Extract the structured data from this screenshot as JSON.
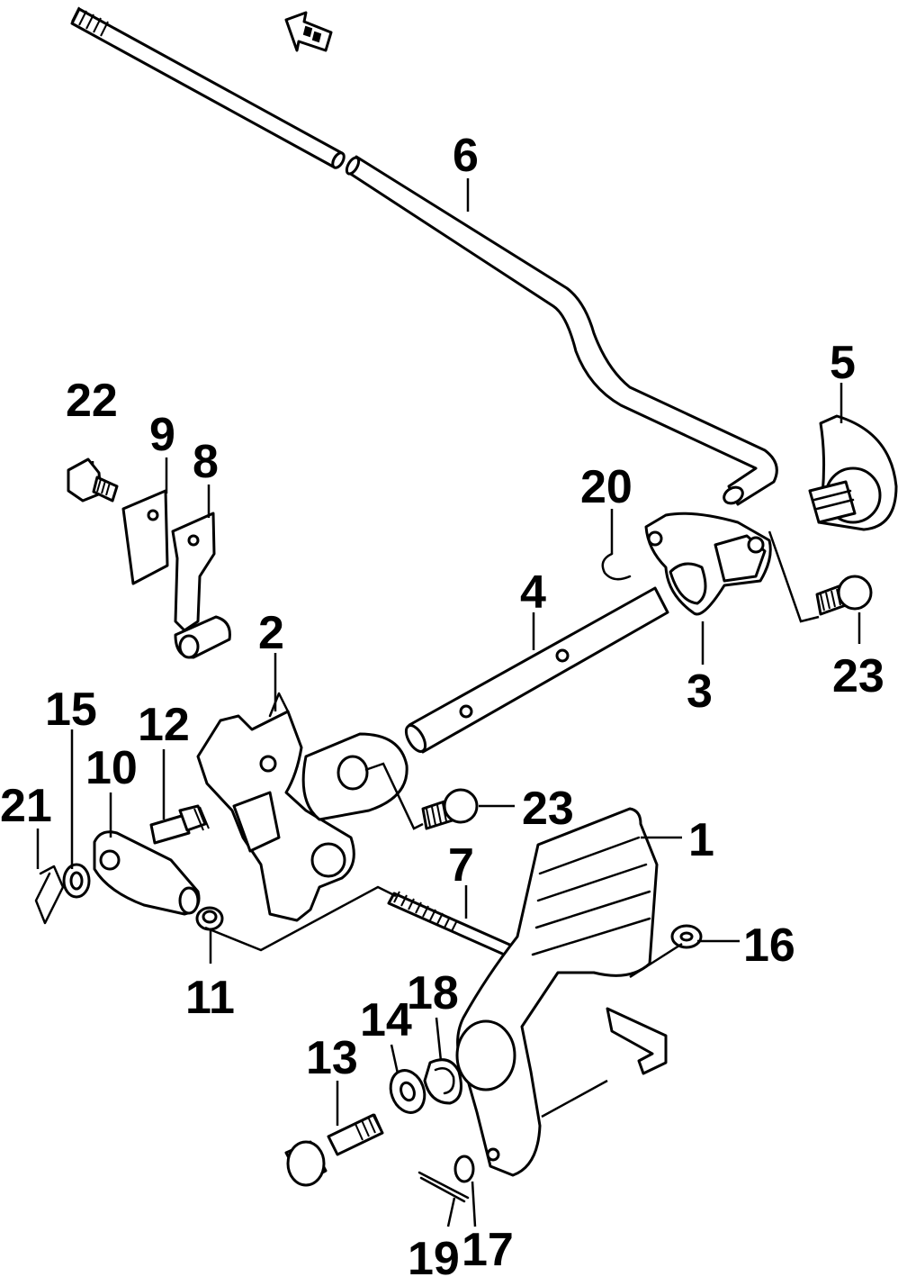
{
  "diagram": {
    "callouts": [
      {
        "id": "c1",
        "label": "1"
      },
      {
        "id": "c2",
        "label": "2"
      },
      {
        "id": "c3",
        "label": "3"
      },
      {
        "id": "c4",
        "label": "4"
      },
      {
        "id": "c5",
        "label": "5"
      },
      {
        "id": "c6",
        "label": "6"
      },
      {
        "id": "c7",
        "label": "7"
      },
      {
        "id": "c8",
        "label": "8"
      },
      {
        "id": "c9",
        "label": "9"
      },
      {
        "id": "c10",
        "label": "10"
      },
      {
        "id": "c11",
        "label": "11"
      },
      {
        "id": "c12",
        "label": "12"
      },
      {
        "id": "c13",
        "label": "13"
      },
      {
        "id": "c14",
        "label": "14"
      },
      {
        "id": "c15",
        "label": "15"
      },
      {
        "id": "c16",
        "label": "16"
      },
      {
        "id": "c17",
        "label": "17"
      },
      {
        "id": "c18",
        "label": "18"
      },
      {
        "id": "c19",
        "label": "19"
      },
      {
        "id": "c20",
        "label": "20"
      },
      {
        "id": "c21",
        "label": "21"
      },
      {
        "id": "c22",
        "label": "22"
      },
      {
        "id": "c23a",
        "label": "23"
      },
      {
        "id": "c23b",
        "label": "23"
      }
    ],
    "direction_arrow_icon": "arrow-fr-icon"
  }
}
